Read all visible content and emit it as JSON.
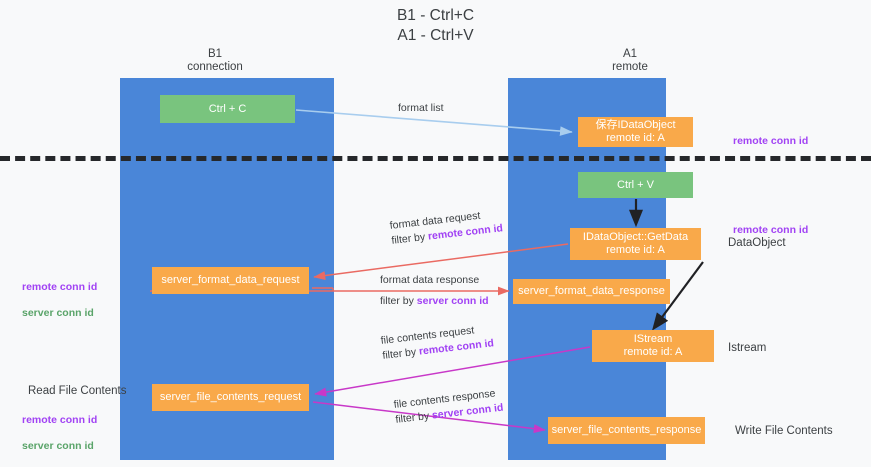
{
  "diagram": {
    "title": "B1 - Ctrl+C\nA1 - Ctrl+V",
    "columns": [
      {
        "id": "b1",
        "label": "B1\nconnection"
      },
      {
        "id": "a1",
        "label": "A1\nremote"
      }
    ],
    "nodes": {
      "ctrl_c": "Ctrl + C",
      "idataobject": "保存IDataObject\nremote id: A",
      "ctrl_v": "Ctrl + V",
      "getdata": "IDataObject::GetData\nremote id: A",
      "server_format_data_request": "server_format_data_request",
      "server_format_data_response": "server_format_data_response",
      "istream": "IStream\nremote id: A",
      "server_file_contents_request": "server_file_contents_request",
      "server_file_contents_response": "server_file_contents_response"
    },
    "side_labels": {
      "dataobject": "DataObject",
      "istream": "Istream",
      "write_file_contents": "Write File Contents",
      "read_file_contents": "Read File Contents"
    },
    "conn_ids": {
      "remote": "remote conn id",
      "server": "server conn id"
    },
    "flows": {
      "format_list": "format list",
      "format_data_request": "format data request",
      "format_data_request_filter_prefix": "filter by ",
      "format_data_response": "format data response",
      "format_data_response_filter_prefix": "filter by ",
      "file_contents_request": "file contents request",
      "file_contents_request_filter_prefix": "filter by ",
      "file_contents_response": "file contents response",
      "file_contents_response_filter_prefix": "filter by "
    },
    "colors": {
      "lane": "#4a86d8",
      "green_node": "#79c47e",
      "orange_node": "#f9a94a",
      "purple": "#a142f4",
      "green_text": "#5aa469",
      "red_arrow": "#ea6a62",
      "magenta_arrow": "#c838c8",
      "light_blue_arrow": "#a8cdee",
      "black_arrow": "#202124"
    }
  }
}
